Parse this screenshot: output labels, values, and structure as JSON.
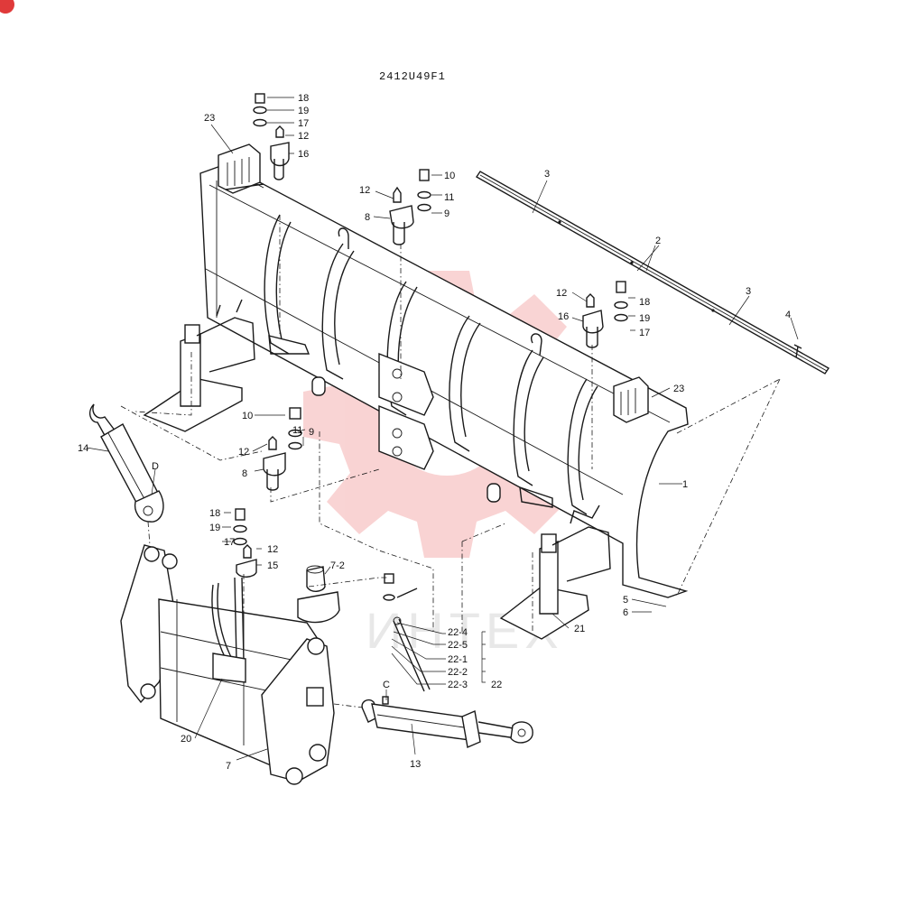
{
  "diagram_id": "2412U49F1",
  "watermark_text": "ИНТЕХ",
  "badge_color": "#e03a3a",
  "watermark_color": "#f2a0a0",
  "part_labels": [
    "1",
    "2",
    "3",
    "3",
    "4",
    "5",
    "6",
    "7",
    "7-2",
    "8",
    "8",
    "9",
    "9",
    "10",
    "10",
    "11",
    "11",
    "12",
    "12",
    "12",
    "12",
    "12",
    "13",
    "14",
    "15",
    "16",
    "16",
    "17",
    "17",
    "17",
    "18",
    "18",
    "18",
    "19",
    "19",
    "19",
    "20",
    "21",
    "22-4",
    "22-5",
    "22-1",
    "22-2",
    "22-3",
    "22",
    "23",
    "23",
    "C",
    "D"
  ]
}
